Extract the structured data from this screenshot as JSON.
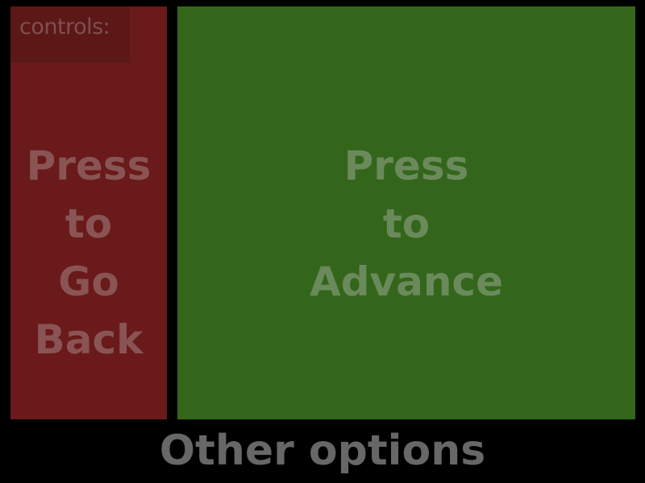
{
  "controls": {
    "label": "controls:"
  },
  "back_panel": {
    "lines": [
      "Press",
      "to",
      "Go",
      "Back"
    ],
    "color": "#6a1a1a"
  },
  "advance_panel": {
    "lines": [
      "Press",
      "to",
      "Advance"
    ],
    "color": "#33661b"
  },
  "footer": {
    "other_options_label": "Other options"
  }
}
